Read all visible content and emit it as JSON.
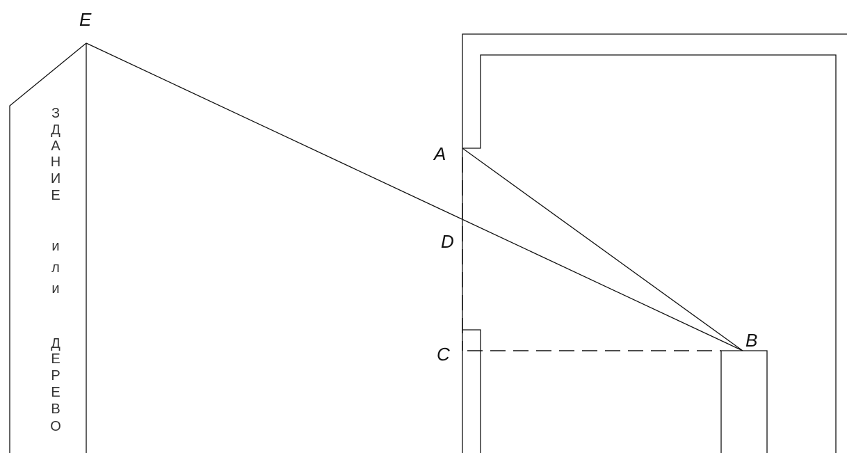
{
  "diagram": {
    "points": {
      "E": "E",
      "A": "A",
      "D": "D",
      "C": "C",
      "B": "B"
    },
    "building_label": [
      "З",
      "Д",
      "А",
      "Н",
      "И",
      "Е",
      "и",
      "л",
      "и",
      "Д",
      "Е",
      "Р",
      "Е",
      "В",
      "О"
    ]
  }
}
